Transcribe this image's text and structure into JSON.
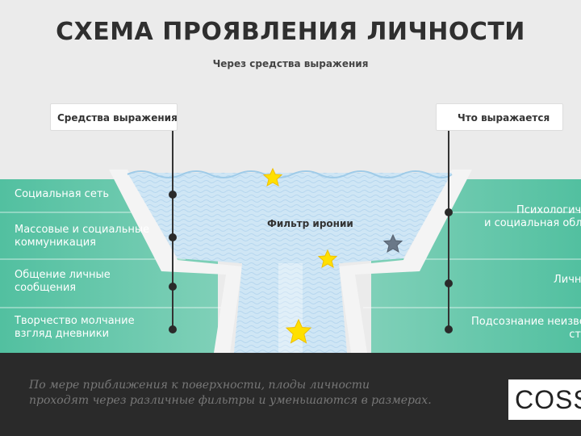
{
  "title": "СХЕМА ПРОЯВЛЕНИЯ ЛИЧНОСТИ",
  "subtitle": "Через средства выражения",
  "left_header": "Средства выражения",
  "right_header": "Что выражается",
  "left_items": [
    {
      "line1": "Социальная сеть",
      "line2": ""
    },
    {
      "line1": "Массовые и социальные",
      "line2": "коммуникация"
    },
    {
      "line1": "Общение личные",
      "line2": "сообщения"
    },
    {
      "line1": "Творчество молчание",
      "line2": "взгляд дневники"
    }
  ],
  "right_items": [
    {
      "line1": "Психологиче",
      "line2": "и социальная обло"
    },
    {
      "line1": "Личн",
      "line2": ""
    },
    {
      "line1": "Подсознание неизвес",
      "line2": "ст"
    }
  ],
  "filter_label": "Фильтр иронии",
  "caption_line1": "По мере приближения к  поверхности, плоды личности",
  "caption_line2": "проходят через различные фильтры и  уменьшаются в размерах.",
  "logo_text": "COSSA",
  "colors": {
    "band": "#5cc4a6",
    "water": "#cfe6f5",
    "dark": "#2a2a2a",
    "star": "#ffe000",
    "star_dim": "#6a7888"
  },
  "icons": [
    "star-icon",
    "star-icon",
    "star-icon",
    "star-dim-icon"
  ]
}
